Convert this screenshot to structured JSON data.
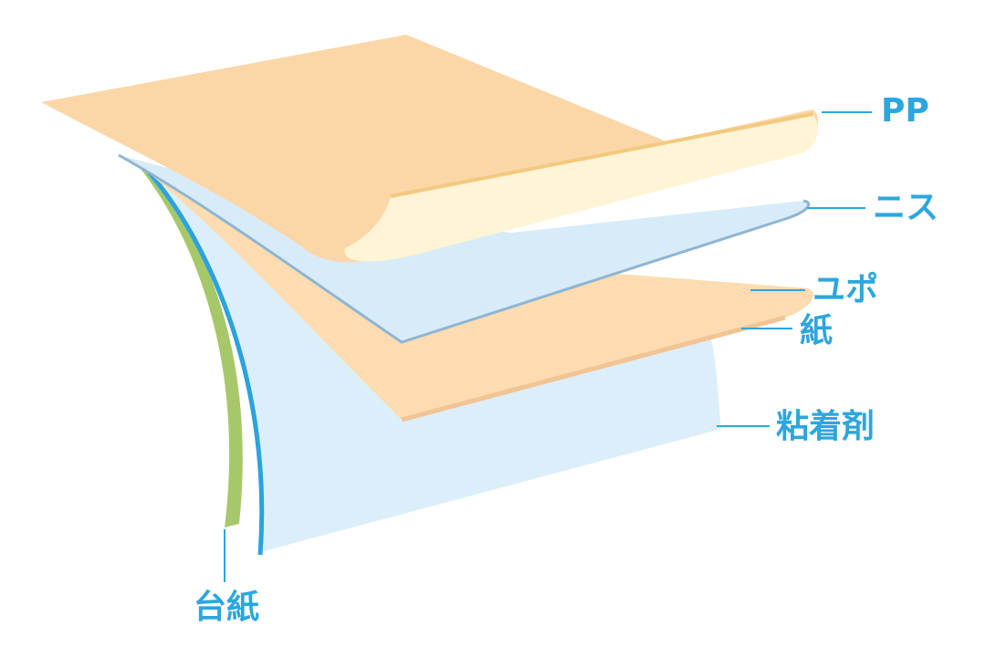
{
  "colors": {
    "label": "#2ca6de",
    "leader_line": "#2ca6de",
    "pp_film": "#fbd7a8",
    "pp_edge": "#f2c97e",
    "pp_curl_inner": "#fff4d6",
    "varnish": "#d8ebf8",
    "varnish_edge": "#8fb5d2",
    "yupo_paper": "#fcdcb0",
    "yupo_edge": "#f2c494",
    "adhesive": "#dbeefa",
    "adhesive_edge": "#2aa3df",
    "backing_paper": "#a7c86a"
  },
  "labels": {
    "pp": "PP",
    "varnish": "ニス",
    "yupo": "ユポ",
    "paper": "紙",
    "adhesive": "粘着剤",
    "backing": "台紙"
  }
}
